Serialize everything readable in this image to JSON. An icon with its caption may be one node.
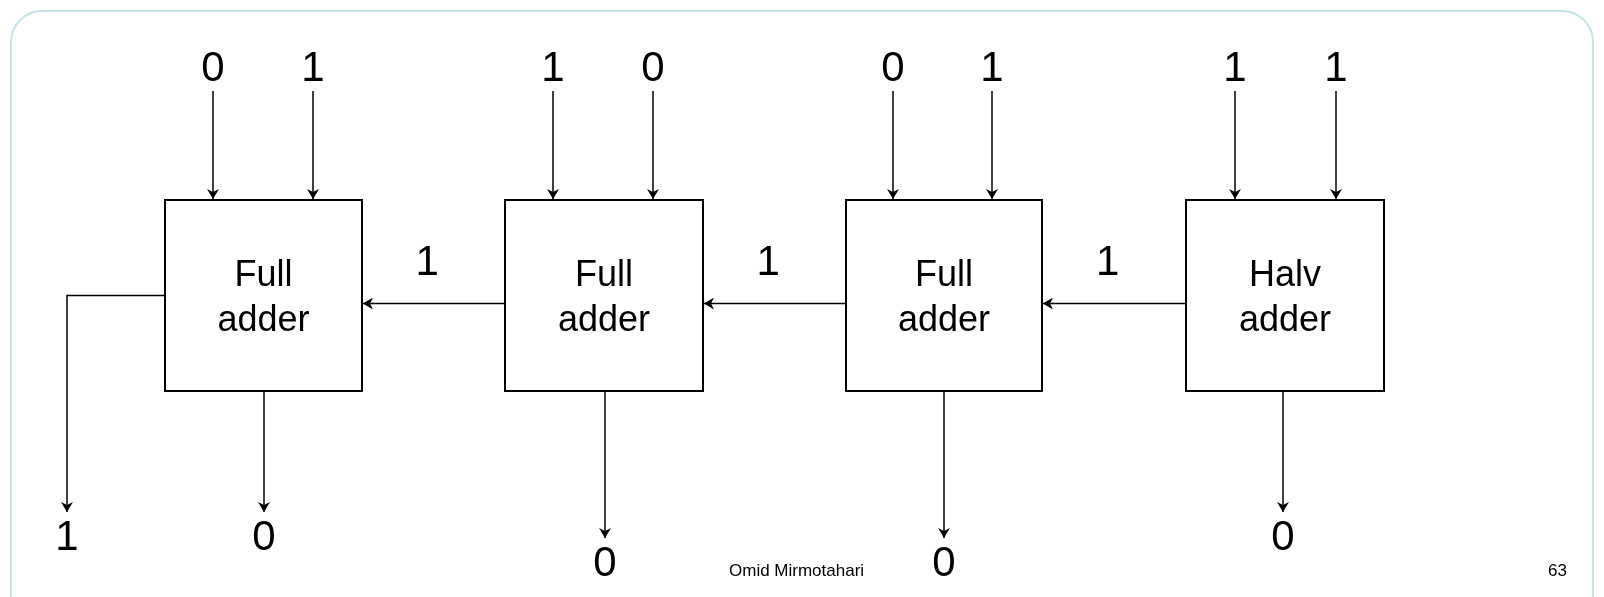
{
  "diagram": {
    "nodes": [
      {
        "text": [
          "0"
        ]
      },
      {
        "text": [
          "1"
        ]
      },
      {
        "text": [
          "1"
        ]
      },
      {
        "text": [
          "0"
        ]
      },
      {
        "text": [
          "0"
        ]
      },
      {
        "text": [
          "1"
        ]
      },
      {
        "text": [
          "1"
        ]
      },
      {
        "text": [
          "1"
        ]
      },
      {
        "text": [
          "Full adder"
        ]
      },
      {
        "text": [
          "Full adder"
        ]
      },
      {
        "text": [
          "Full adder"
        ]
      },
      {
        "text": [
          "Halv adder"
        ]
      },
      {
        "text": [
          "1"
        ]
      },
      {
        "text": [
          "0"
        ]
      },
      {
        "text": [
          "0"
        ]
      },
      {
        "text": [
          "0"
        ]
      },
      {
        "text": [
          "0"
        ]
      }
    ],
    "edges": [
      {
        "from": 0,
        "to": 8,
        "arrow": "to"
      },
      {
        "from": 1,
        "to": 8,
        "arrow": "to"
      },
      {
        "from": 2,
        "to": 9,
        "arrow": "to"
      },
      {
        "from": 3,
        "to": 9,
        "arrow": "to"
      },
      {
        "from": 4,
        "to": 10,
        "arrow": "to"
      },
      {
        "from": 5,
        "to": 10,
        "arrow": "to"
      },
      {
        "from": 6,
        "to": 11,
        "arrow": "to"
      },
      {
        "from": 7,
        "to": 11,
        "arrow": "to"
      },
      {
        "from": 11,
        "to": 10,
        "arrow": "to",
        "label": "1"
      },
      {
        "from": 10,
        "to": 9,
        "arrow": "to",
        "label": "1"
      },
      {
        "from": 9,
        "to": 8,
        "arrow": "to",
        "label": "1"
      },
      {
        "from": 8,
        "to": 12,
        "arrow": "to"
      },
      {
        "from": 8,
        "to": 13,
        "arrow": "to"
      },
      {
        "from": 9,
        "to": 14,
        "arrow": "to"
      },
      {
        "from": 10,
        "to": 15,
        "arrow": "to"
      },
      {
        "from": 11,
        "to": 16,
        "arrow": "to"
      }
    ],
    "labels": [
      "Omid Mirmotahari",
      "63"
    ]
  }
}
